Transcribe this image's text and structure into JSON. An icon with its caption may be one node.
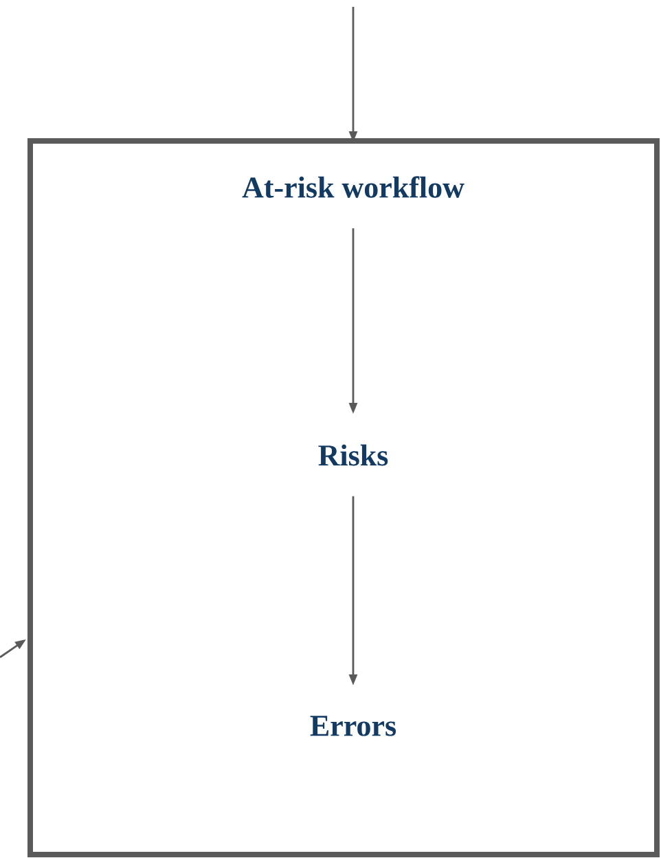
{
  "diagram": {
    "nodes": [
      {
        "text": [],
        "shape": "box"
      },
      {
        "text": [
          "At-risk workflow"
        ],
        "in": 0
      },
      {
        "text": [
          "Risks"
        ],
        "in": 0
      },
      {
        "text": [
          "Errors"
        ],
        "in": 0
      }
    ],
    "edges": [
      {
        "from": null,
        "to": 0,
        "arrow": "to"
      },
      {
        "from": null,
        "to": 0,
        "arrow": "to"
      },
      {
        "from": 1,
        "to": 2,
        "arrow": "to"
      },
      {
        "from": 2,
        "to": 3,
        "arrow": "to"
      }
    ]
  }
}
